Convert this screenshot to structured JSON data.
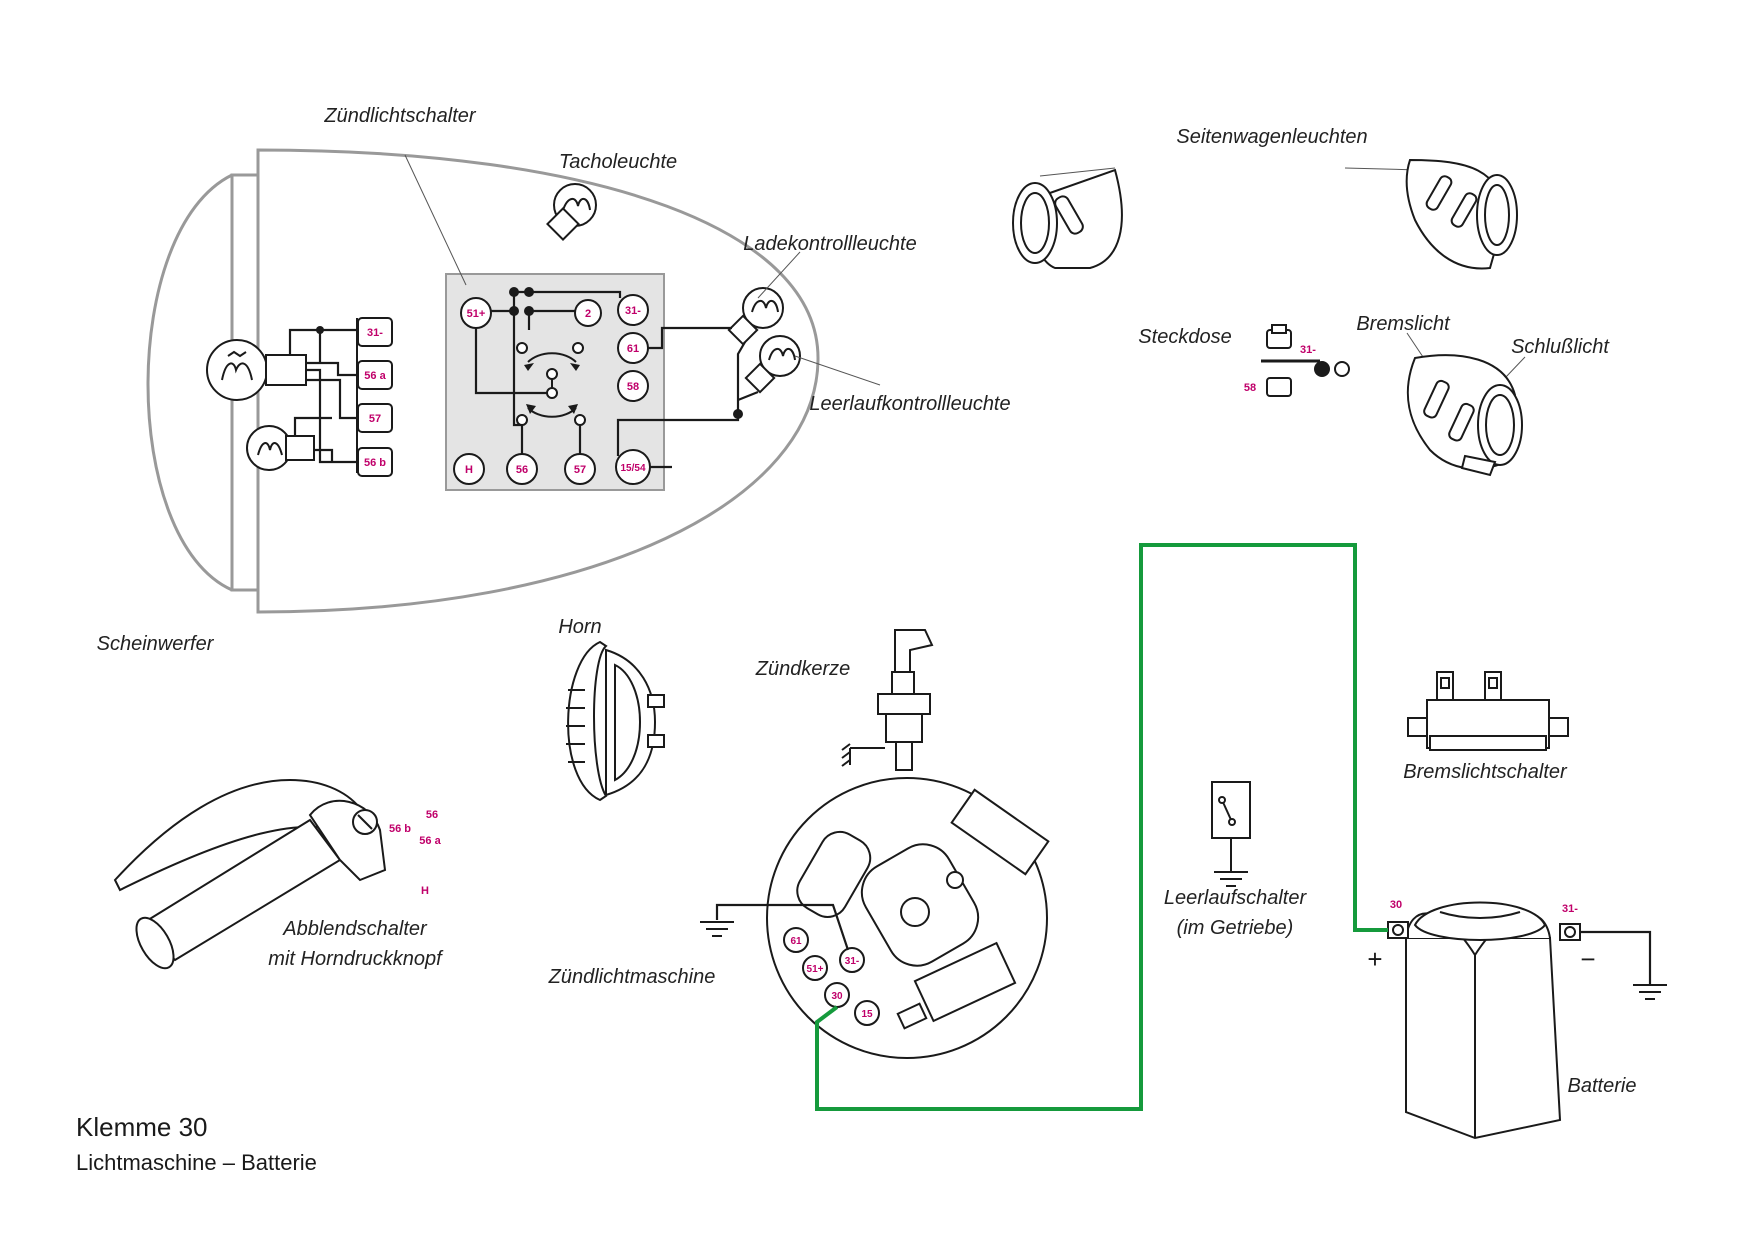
{
  "title": "Klemme 30",
  "subtitle": "Lichtmaschine – Batterie",
  "colors": {
    "active_wire": "#159a3c",
    "terminal_text": "#c0006a",
    "outline": "#1a1a1a"
  },
  "labels": {
    "zuendlichtschalter": "Zündlichtschalter",
    "tacholeuchte": "Tacholeuchte",
    "ladekontrollleuchte": "Ladekontrollleuchte",
    "leerlaufkontrollleuchte": "Leerlaufkontrollleuchte",
    "scheinwerfer": "Scheinwerfer",
    "seitenwagenleuchten": "Seitenwagenleuchten",
    "steckdose": "Steckdose",
    "bremslicht": "Bremslicht",
    "schlusslicht": "Schlußlicht",
    "horn": "Horn",
    "zuendkerze": "Zündkerze",
    "abblendschalter_1": "Abblendschalter",
    "abblendschalter_2": "mit Horndruckknopf",
    "zuendlichtmaschine": "Zündlichtmaschine",
    "leerlaufschalter_1": "Leerlaufschalter",
    "leerlaufschalter_2": "(im Getriebe)",
    "bremslichtschalter": "Bremslichtschalter",
    "batterie": "Batterie"
  },
  "headlight_terminals": [
    "31-",
    "56 a",
    "57",
    "56 b"
  ],
  "switch_terminals": {
    "t51plus": "51+",
    "t2": "2",
    "t31": "31-",
    "t61": "61",
    "t58": "58",
    "tH": "H",
    "t56": "56",
    "t57": "57",
    "t1554": "15/54"
  },
  "socket_terminals": {
    "t31": "31-",
    "t58": "58"
  },
  "dimmer_terminals": {
    "t56": "56",
    "t56b": "56 b",
    "t56a": "56 a",
    "tH": "H"
  },
  "generator_terminals": {
    "t61": "61",
    "t51plus": "51+",
    "t31": "31-",
    "t30": "30",
    "t15": "15"
  },
  "battery_terminals": {
    "plus_label": "30",
    "minus_label": "31-",
    "plus_sign": "+",
    "minus_sign": "−"
  }
}
